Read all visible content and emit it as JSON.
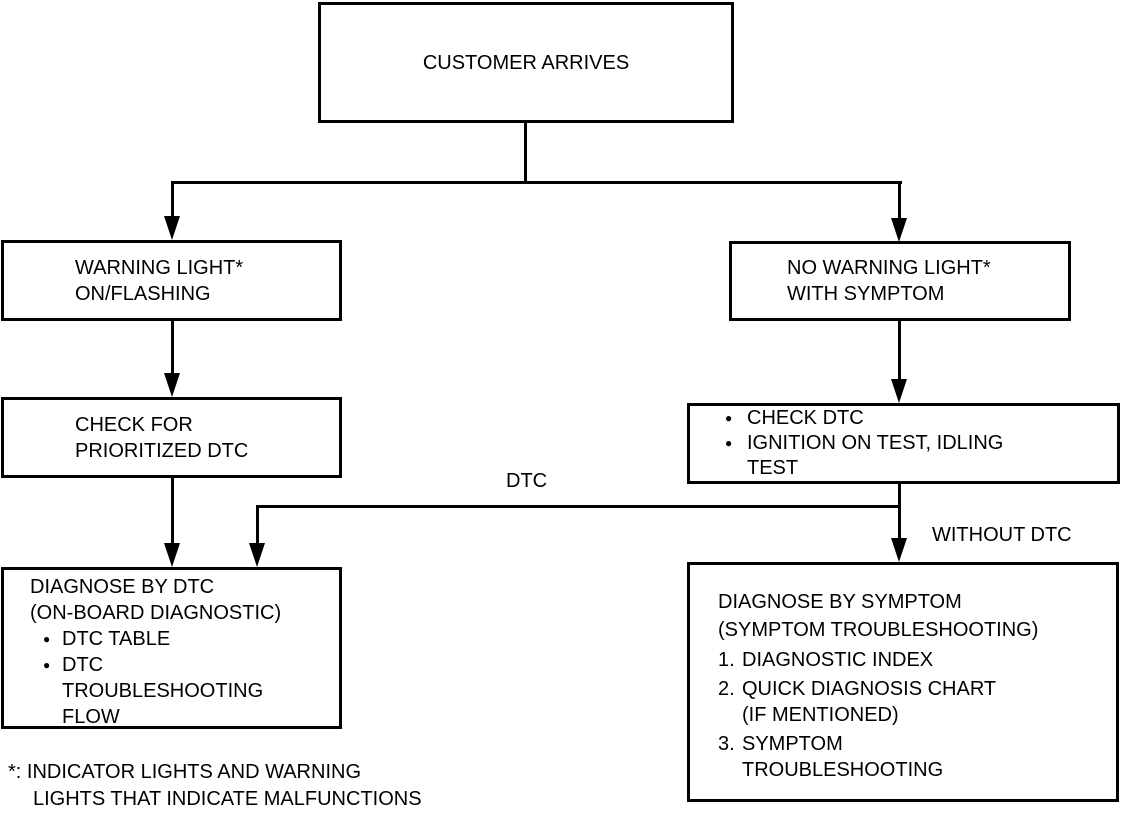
{
  "glyphs": {
    "bullet": "●"
  },
  "nodes": {
    "customer_arrives": {
      "label": "CUSTOMER ARRIVES"
    },
    "warning_light": {
      "lines": [
        "WARNING LIGHT*",
        "ON/FLASHING"
      ]
    },
    "no_warning_light": {
      "lines": [
        "NO WARNING LIGHT*",
        "WITH SYMPTOM"
      ]
    },
    "check_prioritized_dtc": {
      "lines": [
        "CHECK FOR",
        "PRIORITIZED DTC"
      ]
    },
    "check_dtc_tests": {
      "items": [
        {
          "lines": [
            "CHECK DTC"
          ]
        },
        {
          "lines": [
            "IGNITION ON TEST, IDLING",
            "TEST"
          ]
        }
      ]
    },
    "diagnose_by_dtc": {
      "title_lines": [
        "DIAGNOSE BY DTC",
        "(ON-BOARD DIAGNOSTIC)"
      ],
      "items": [
        {
          "lines": [
            "DTC TABLE"
          ]
        },
        {
          "lines": [
            "DTC",
            "TROUBLESHOOTING",
            "FLOW"
          ]
        }
      ]
    },
    "diagnose_by_symptom": {
      "title_lines": [
        "DIAGNOSE BY SYMPTOM",
        "(SYMPTOM TROUBLESHOOTING)"
      ],
      "items": [
        {
          "num": "1.",
          "lines": [
            "DIAGNOSTIC INDEX"
          ]
        },
        {
          "num": "2.",
          "lines": [
            "QUICK DIAGNOSIS CHART",
            "(IF MENTIONED)"
          ]
        },
        {
          "num": "3.",
          "lines": [
            "SYMPTOM",
            "TROUBLESHOOTING"
          ]
        }
      ]
    }
  },
  "edge_labels": {
    "dtc": "DTC",
    "without_dtc": "WITHOUT DTC"
  },
  "footnote": {
    "lines": [
      "*: INDICATOR LIGHTS AND WARNING",
      "LIGHTS THAT INDICATE MALFUNCTIONS"
    ]
  },
  "colors": {
    "ink": "#000000",
    "background": "#ffffff"
  }
}
